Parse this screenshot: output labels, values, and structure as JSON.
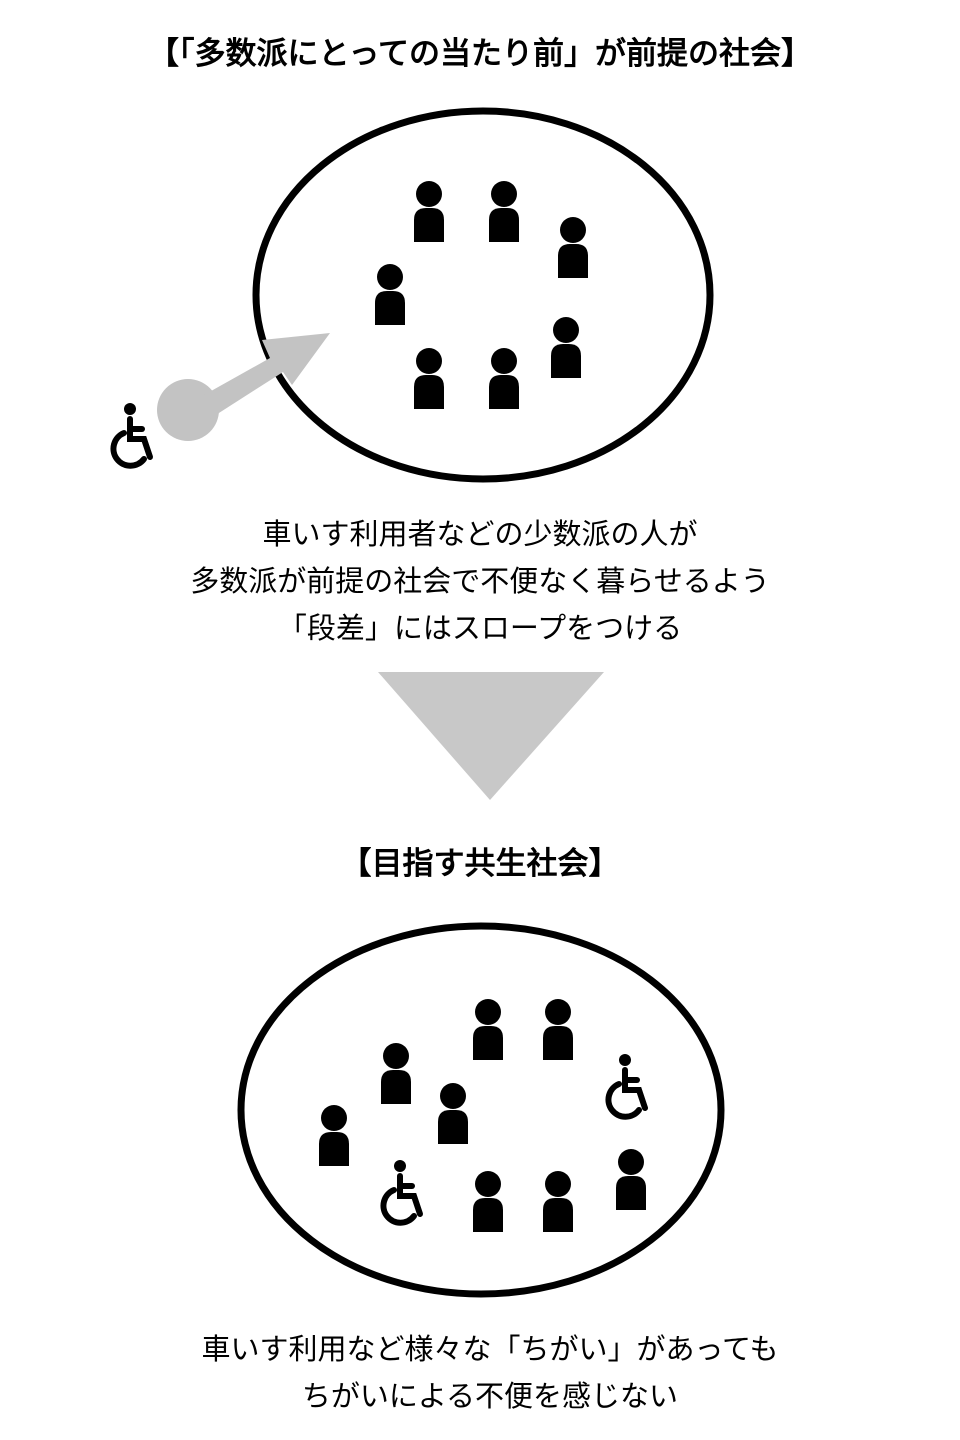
{
  "top_section": {
    "title": "【「多数派にとっての当たり前」が前提の社会】",
    "caption_lines": [
      "車いす利用者などの少数派の人が",
      "多数派が前提の社会で不便なく暮らせるよう",
      "「段差」にはスロープをつける"
    ]
  },
  "bottom_section": {
    "title": "【目指す共生社会】",
    "caption_lines": [
      "車いす利用など様々な「ちがい」があっても",
      "ちがいによる不便を感じない"
    ]
  },
  "colors": {
    "arrow": "#c3c3c3",
    "outline": "#000000"
  },
  "icons": [
    "person-icon",
    "wheelchair-icon",
    "arrow-icon",
    "down-triangle-icon"
  ]
}
